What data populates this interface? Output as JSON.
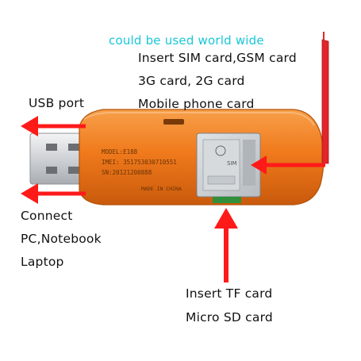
{
  "annotations": {
    "headline": "could be used world wide",
    "sim_line1": "Insert SIM card,GSM card",
    "sim_line2": "3G card, 2G card",
    "sim_line3": "Mobile phone card",
    "usb_port": "USB port",
    "connect_line1": "Connect",
    "connect_line2": "PC,Notebook",
    "connect_line3": "Laptop",
    "tf_line1": "Insert TF card",
    "tf_line2": "Micro  SD card"
  },
  "device_label": {
    "model": "MODEL:E188",
    "imei": "IMEI: 351753030710551",
    "sn": "SN:20121200888",
    "made_in": "MADE IN CHINA",
    "sim_tray_mark": "SIM"
  },
  "colors": {
    "arrow": "#ff1a1a",
    "device_body": "#f07a1c",
    "headline": "#19c7d8"
  }
}
